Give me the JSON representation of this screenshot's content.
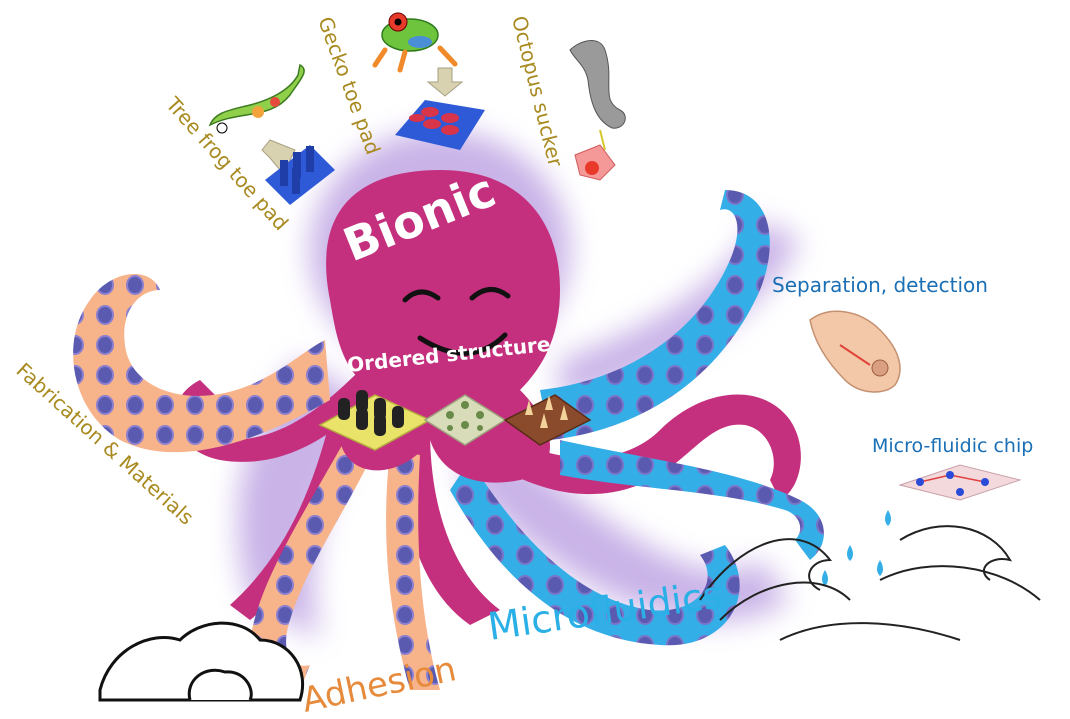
{
  "labels": {
    "tree_frog": "Tree frog toe pad",
    "gecko": "Gecko toe pad",
    "octopus": "Octopus sucker",
    "bionic": "Bionic",
    "separation": "Separation, detection",
    "ordered": "Ordered structure",
    "fabrication": "Fabrication & Materials",
    "microfluidic_chip": "Micro-fluidic chip",
    "microfluidics": "Microfluidics",
    "adhesion": "Adhesion"
  },
  "colors": {
    "octopus_body": "#c4307e",
    "tentacle_orange": "#f7b38a",
    "tentacle_blue": "#34aee6",
    "sucker": "#5a5ab0",
    "glow": "#b79ae0",
    "olive_text": "#a88a20",
    "blue_text": "#1a6fb5",
    "orange_text": "#e68a3c",
    "cyan_text": "#2ab0e6"
  },
  "icons": [
    "lizard-icon",
    "frog-icon",
    "octopus-tentacle-icon",
    "hand-icon",
    "chip-icon",
    "wave-icon",
    "rock-icon"
  ]
}
